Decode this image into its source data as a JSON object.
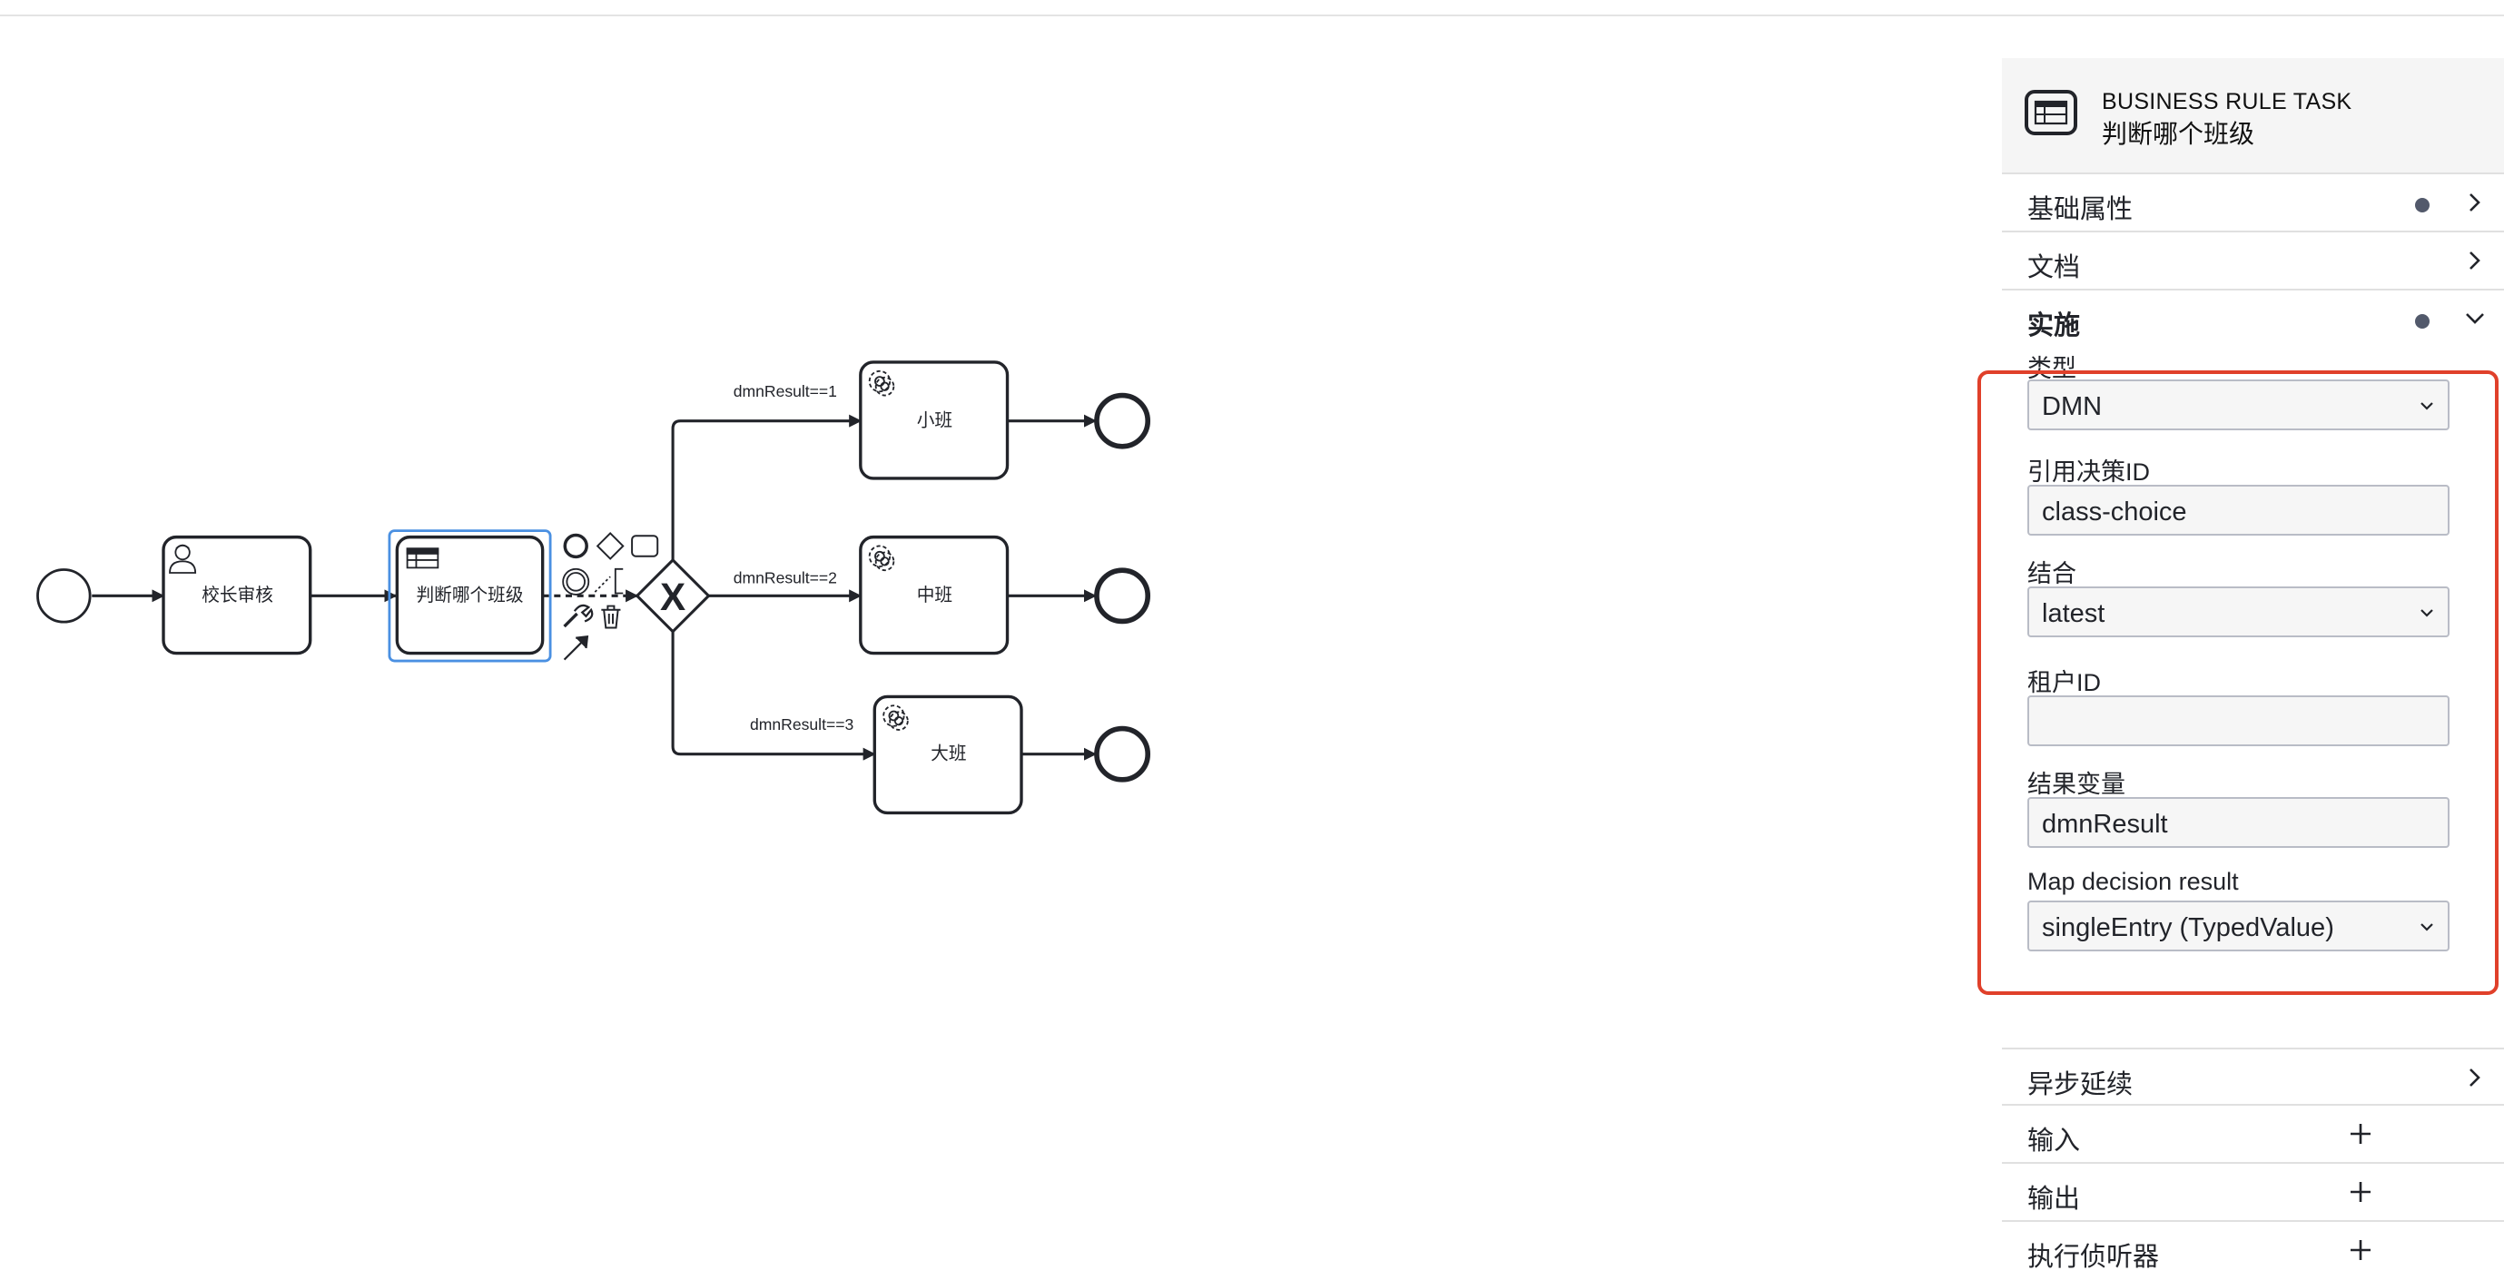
{
  "diagram": {
    "tasks": {
      "principal_review": "校长审核",
      "judge_class": "判断哪个班级",
      "small_class": "小班",
      "middle_class": "中班",
      "large_class": "大班"
    },
    "flows": {
      "cond1": "dmnResult==1",
      "cond2": "dmnResult==2",
      "cond3": "dmnResult==3"
    },
    "gateway_symbol": "X"
  },
  "panel": {
    "header": {
      "icon": "business-rule-task-icon",
      "type": "BUSINESS RULE TASK",
      "name": "判断哪个班级"
    },
    "groups": {
      "basic": "基础属性",
      "docs": "文档",
      "implementation": "实施",
      "async": "异步延续",
      "inputs": "输入",
      "outputs": "输出",
      "listeners": "执行侦听器"
    },
    "implementation": {
      "type_label": "类型",
      "type_value": "DMN",
      "decision_ref_label": "引用决策ID",
      "decision_ref_value": "class-choice",
      "binding_label": "结合",
      "binding_value": "latest",
      "tenant_label": "租户ID",
      "tenant_value": "",
      "result_var_label": "结果变量",
      "result_var_value": "dmnResult",
      "map_result_label": "Map decision result",
      "map_result_value": "singleEntry (TypedValue)"
    }
  },
  "colors": {
    "stroke": "#22242a",
    "selection": "#4a90e2",
    "highlight": "#e0402a",
    "panel_header_bg": "#f5f5f5"
  }
}
